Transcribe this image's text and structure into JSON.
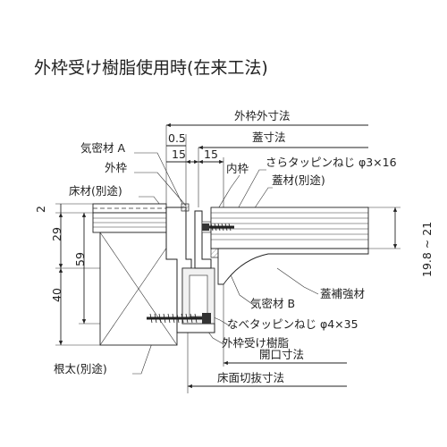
{
  "title": "外枠受け樹脂使用時(在来工法)",
  "labels": {
    "outer_frame_outer_dim": "外枠外寸法",
    "lid_dim": "蓋寸法",
    "airtight_a": "気密材 A",
    "outer_frame": "外枠",
    "inner_frame": "内枠",
    "floor_material": "床材(別途)",
    "dish_screw": "さらタッピンねじ φ3×16",
    "lid_material": "蓋材(別途)",
    "airtight_b": "気密材 B",
    "lid_reinforcement": "蓋補強材",
    "pan_screw": "なべタッピンねじ φ4×35",
    "outer_frame_resin": "外枠受け樹脂",
    "opening_dim": "開口寸法",
    "joist": "根太(別途)",
    "floor_cutout_dim": "床面切抜寸法"
  },
  "dims": {
    "d05": "0.5",
    "d15a": "15",
    "d15b": "15",
    "d2": "2",
    "d29": "29",
    "d59": "59",
    "d40": "40",
    "d198": "19.8 ~ 21"
  }
}
